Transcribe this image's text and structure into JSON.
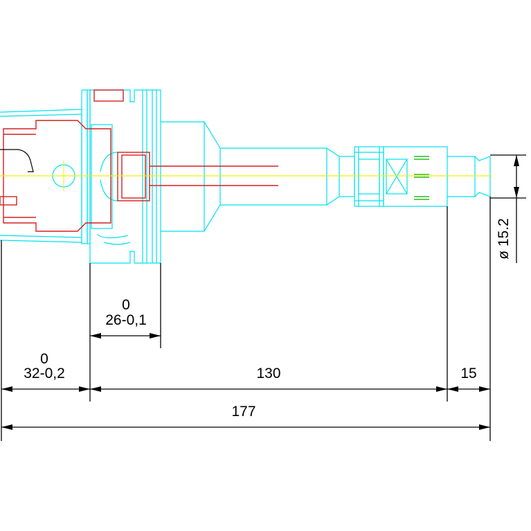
{
  "colors": {
    "cyan": "#00e0ef",
    "red": "#d42020",
    "yellow": "#f0f000",
    "black": "#000000",
    "green": "#20c020"
  },
  "dimensions": {
    "d32_top": "0",
    "d32_main": "32-0,2",
    "d26_top": "0",
    "d26_main": "26-0,1",
    "d130": "130",
    "d15": "15",
    "d177": "177",
    "diameter": "ø 15.2"
  }
}
